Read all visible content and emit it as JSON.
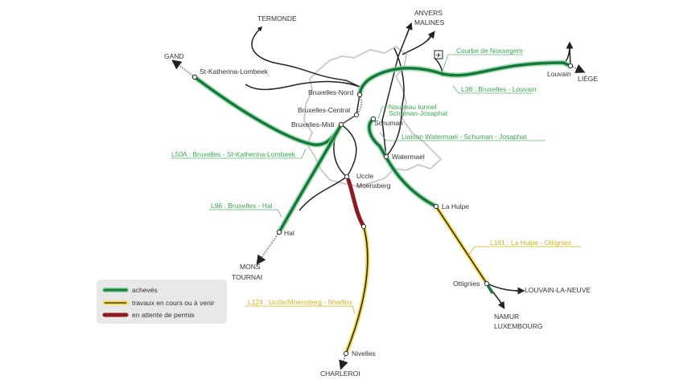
{
  "destinations": {
    "termonde": "TERMONDE",
    "anvers": "ANVERS",
    "malines": "MALINES",
    "gand": "GAND",
    "liege": "LIÈGE",
    "mons": "MONS",
    "tournai": "TOURNAI",
    "charleroi": "CHARLEROI",
    "louvain_la_neuve": "LOUVAIN-LA-NEUVE",
    "namur": "NAMUR",
    "luxembourg": "LUXEMBOURG"
  },
  "stations": {
    "st_katherina": "St-Katherina-Lombeek",
    "nord": "Bruxelles-Nord",
    "central": "Bruxelles-Central",
    "midi": "Bruxelles-Midi",
    "schuman": "Schuman",
    "watermael": "Watermael",
    "uccle": "Uccle",
    "moensberg": "Moensberg",
    "hal": "Hal",
    "nivelles": "Nivelles",
    "la_hulpe": "La Hulpe",
    "ottignies": "Ottignies",
    "louvain": "Louvain"
  },
  "lines": {
    "nossegem": "Courbe de Nossegem",
    "l36": "L36 : Bruxelles - Louvain",
    "tunnel1": "Nouveau tunnel",
    "tunnel2": "Schuman-Josaphat",
    "liaison": "Liaison Watermael - Schuman - Josaphat",
    "l50a": "L50A : Bruxelles - St-Katherina-Lombeek",
    "l96": "L96 : Bruxelles - Hal",
    "l161": "L161 : La Hulpe - Ottignies",
    "l124": "L124 : Uccle/Moensberg - Nivelles"
  },
  "legend": {
    "items": [
      {
        "label": "achevés",
        "color": "#137a3b"
      },
      {
        "label": "travaux en cours ou à venir",
        "color": "#f5d842"
      },
      {
        "label": "en attente de permis",
        "color": "#8e1b23"
      }
    ]
  },
  "icons": {
    "airport": "airplane-icon"
  }
}
